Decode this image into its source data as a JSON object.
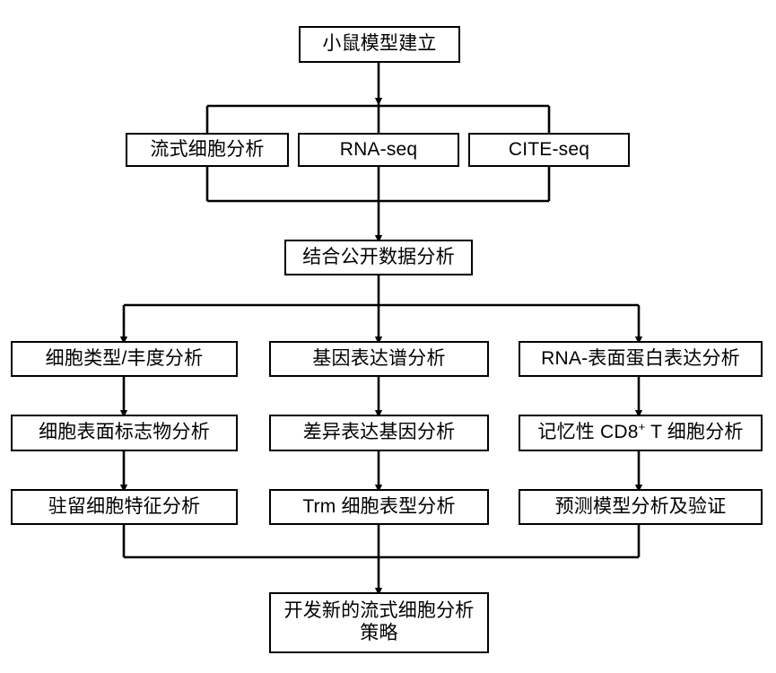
{
  "diagram": {
    "type": "flowchart",
    "orientation": "top-to-bottom",
    "background_color": "#ffffff",
    "line_color": "#000000",
    "text_color": "#000000",
    "nodes": {
      "mouse_model": {
        "label": "小鼠模型建立"
      },
      "flow_cytometry": {
        "label": "流式细胞分析"
      },
      "rna_seq": {
        "label": "RNA-seq"
      },
      "cite_seq": {
        "label": "CITE-seq"
      },
      "public_data": {
        "label": "结合公开数据分析"
      },
      "col1_row1": {
        "label": "细胞类型/丰度分析"
      },
      "col1_row2": {
        "label": "细胞表面标志物分析"
      },
      "col1_row3": {
        "label": "驻留细胞特征分析"
      },
      "col2_row1": {
        "label": "基因表达谱分析"
      },
      "col2_row2": {
        "label": "差异表达基因分析"
      },
      "col2_row3": {
        "label": "Trm 细胞表型分析"
      },
      "col3_row1": {
        "label": "RNA-表面蛋白表达分析"
      },
      "col3_row2_prefix": {
        "label": "记忆性 CD8"
      },
      "col3_row2_sup": {
        "label": "+"
      },
      "col3_row2_suffix": {
        "label": " T 细胞分析"
      },
      "col3_row3": {
        "label": "预测模型分析及验证"
      },
      "final_strategy": {
        "label": "开发新的流式细胞分析\n策略"
      }
    }
  }
}
